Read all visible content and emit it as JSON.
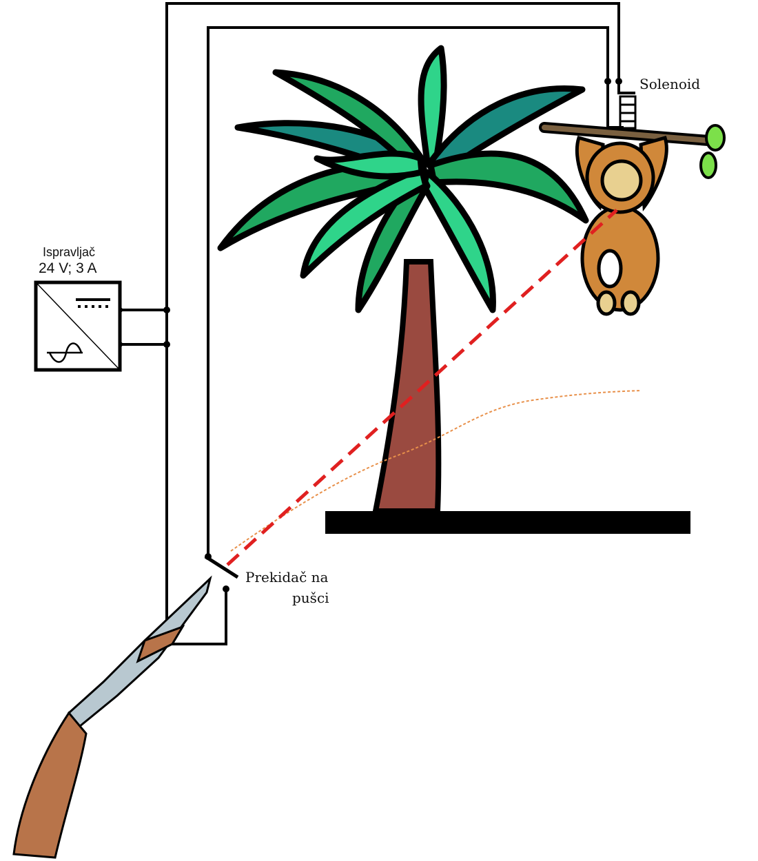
{
  "labels": {
    "rectifier_name": "Ispravljač",
    "rectifier_rating": "24 V; 3 A",
    "solenoid": "Solenoid",
    "switch_line1": "Prekidač na",
    "switch_line2": "pušci"
  },
  "colors": {
    "wire": "#000000",
    "laser": "#e02020",
    "trajectory": "#e8904a",
    "trunk": "#9a4a40",
    "leaf_light": "#2fd48a",
    "leaf_dark": "#1a8a80",
    "leaf_mid": "#20a860",
    "monkey": "#d0883a",
    "ground": "#000000"
  }
}
